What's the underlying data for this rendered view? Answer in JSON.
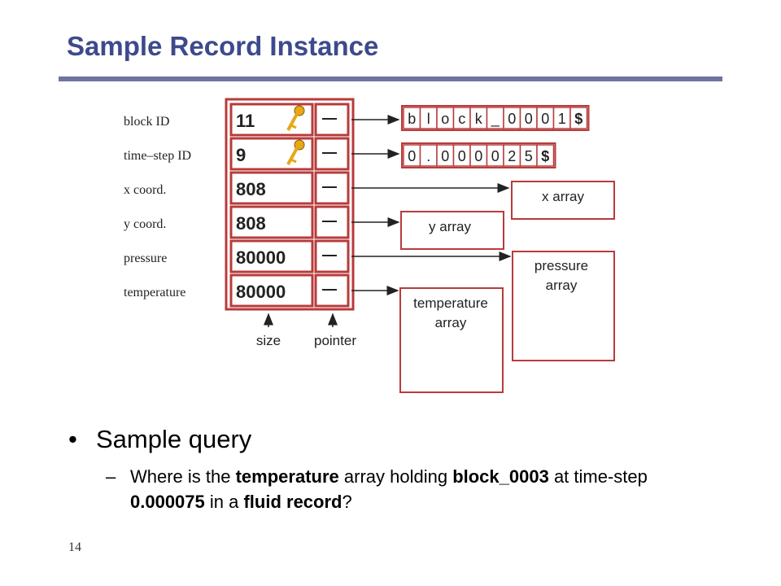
{
  "slide": {
    "title": "Sample Record Instance",
    "page_number": "14"
  },
  "diagram": {
    "field_labels": [
      "block ID",
      "time–step ID",
      "x coord.",
      "y coord.",
      "pressure",
      "temperature"
    ],
    "size_values": [
      "11",
      "9",
      "808",
      "808",
      "80000",
      "80000"
    ],
    "key_icon_rows": [
      0,
      1
    ],
    "string_cells": [
      [
        "b",
        "l",
        "o",
        "c",
        "k",
        "_",
        "0",
        "0",
        "0",
        "1",
        "$"
      ],
      [
        "0",
        ".",
        "0",
        "0",
        "0",
        "0",
        "2",
        "5",
        "$"
      ]
    ],
    "array_boxes": {
      "x": "x array",
      "y": "y array",
      "pressure": [
        "pressure",
        "array"
      ],
      "temperature": [
        "temperature",
        "array"
      ]
    },
    "column_labels": {
      "size": "size",
      "pointer": "pointer"
    },
    "colors": {
      "red": "#b83b3b",
      "ink": "#222222",
      "key": "#e6a817"
    }
  },
  "content": {
    "bullet": "Sample query",
    "sub_parts": [
      {
        "t": "Where is the ",
        "b": false
      },
      {
        "t": "temperature",
        "b": true
      },
      {
        "t": " array holding ",
        "b": false
      },
      {
        "t": "block_0003",
        "b": true
      },
      {
        "t": " at time-step ",
        "b": false
      },
      {
        "t": "0.000075",
        "b": true
      },
      {
        "t": " in a ",
        "b": false
      },
      {
        "t": "fluid record",
        "b": true
      },
      {
        "t": "?",
        "b": false
      }
    ]
  }
}
